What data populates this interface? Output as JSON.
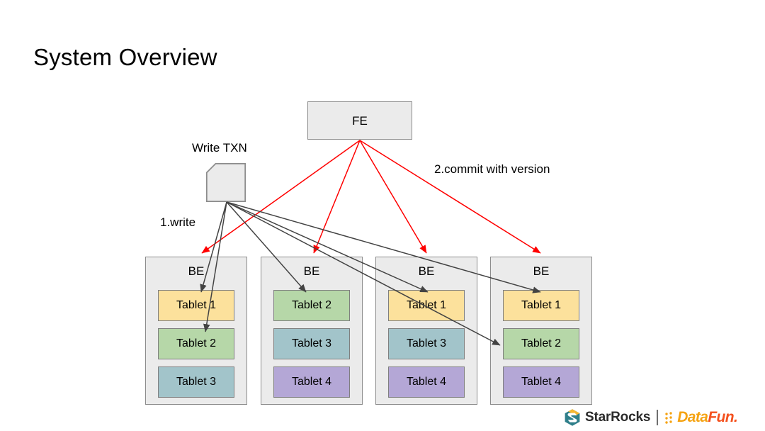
{
  "slide": {
    "title": "System Overview",
    "background": "#ffffff"
  },
  "diagram": {
    "type": "architecture-flow",
    "fe": {
      "label": "FE"
    },
    "write_txn": {
      "label": "Write TXN",
      "shape": "document"
    },
    "steps": [
      {
        "id": "step-1",
        "label": "1.write",
        "color": "#404040",
        "from": "write-txn",
        "to": "be-tablets"
      },
      {
        "id": "step-2",
        "label": "2.commit with version",
        "color": "#ff0000",
        "from": "fe",
        "to": "be-nodes"
      }
    ],
    "backends": [
      {
        "label": "BE",
        "tablets": [
          {
            "label": "Tablet 1",
            "color": "#fce19c"
          },
          {
            "label": "Tablet 2",
            "color": "#b6d7a8"
          },
          {
            "label": "Tablet 3",
            "color": "#a2c4ca"
          }
        ]
      },
      {
        "label": "BE",
        "tablets": [
          {
            "label": "Tablet 2",
            "color": "#b6d7a8"
          },
          {
            "label": "Tablet 3",
            "color": "#a2c4ca"
          },
          {
            "label": "Tablet 4",
            "color": "#b4a7d6"
          }
        ]
      },
      {
        "label": "BE",
        "tablets": [
          {
            "label": "Tablet 1",
            "color": "#fce19c"
          },
          {
            "label": "Tablet 3",
            "color": "#a2c4ca"
          },
          {
            "label": "Tablet 4",
            "color": "#b4a7d6"
          }
        ]
      },
      {
        "label": "BE",
        "tablets": [
          {
            "label": "Tablet 1",
            "color": "#fce19c"
          },
          {
            "label": "Tablet 2",
            "color": "#b6d7a8"
          },
          {
            "label": "Tablet 4",
            "color": "#b4a7d6"
          }
        ]
      }
    ],
    "node_style": {
      "fill": "#ebebeb",
      "stroke": "#8c8c8c"
    }
  },
  "footer": {
    "starrocks": {
      "name": "StarRocks",
      "icon": "starrocks-logo-icon",
      "color_primary": "#2f7f8a",
      "color_accent": "#f5b731"
    },
    "divider": "|",
    "datafun": {
      "name_part1": "Data",
      "name_part2": "Fun.",
      "icon": "datafun-dots-icon",
      "color_primary": "#f5a312",
      "color_accent": "#f4511e"
    }
  }
}
